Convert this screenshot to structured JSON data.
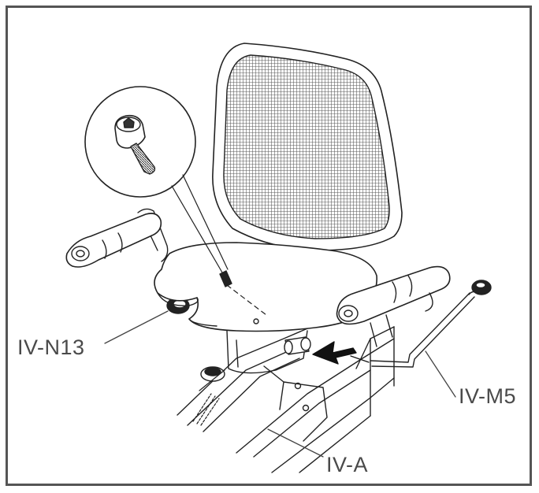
{
  "callouts": {
    "n13": "IV-N13",
    "m5": "IV-M5",
    "a": "IV-A"
  },
  "colors": {
    "line": "#222222",
    "mesh": "#5a5a5a",
    "label": "#4a4a4a",
    "arrow": "#111111"
  }
}
